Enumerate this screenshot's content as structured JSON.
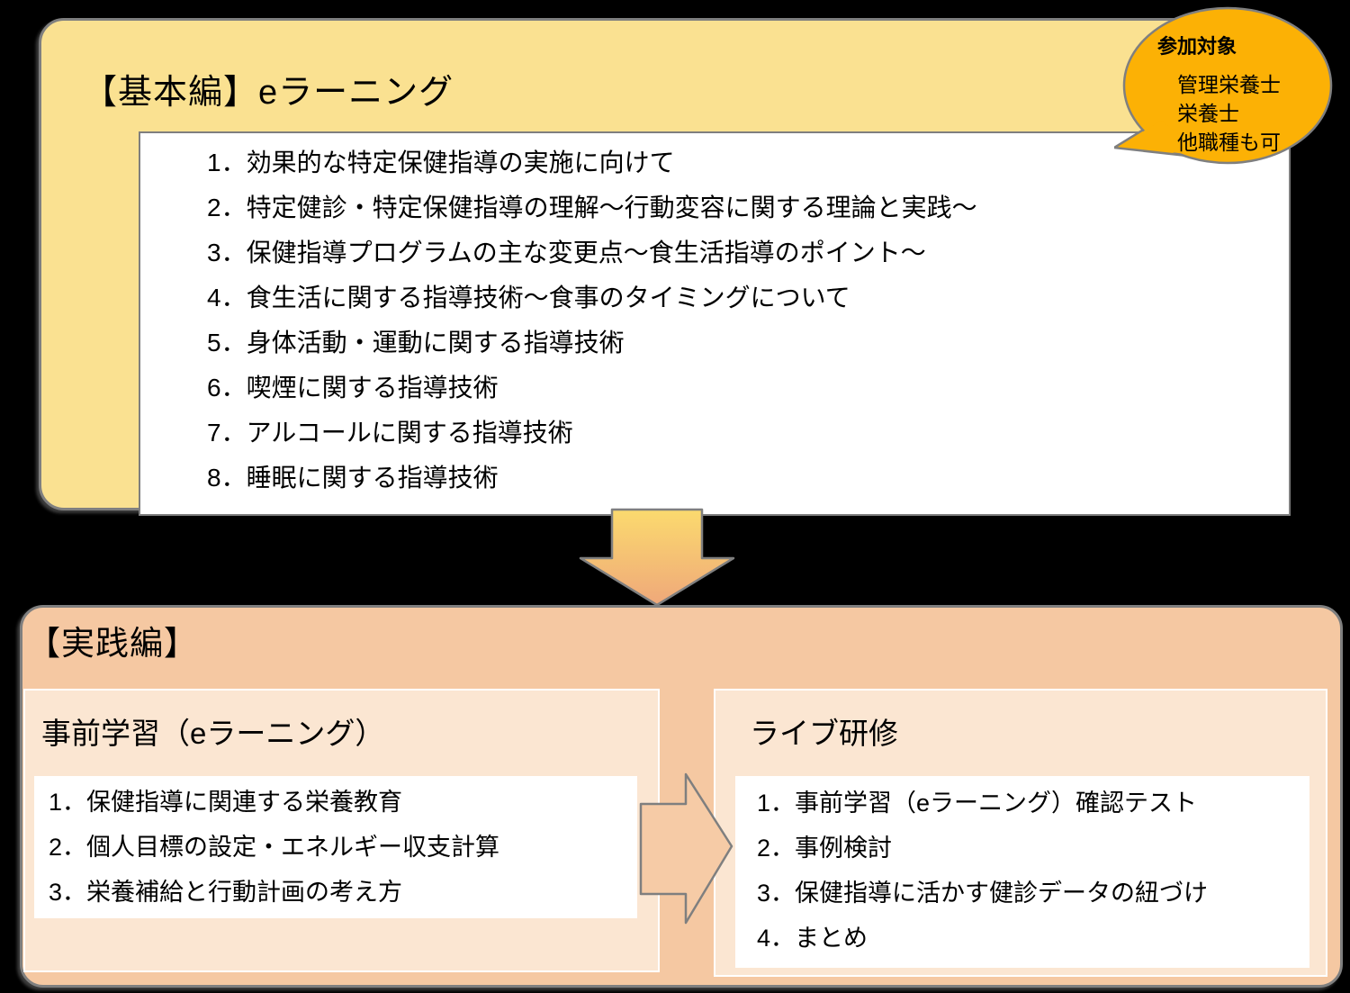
{
  "basic": {
    "title": "【基本編】eラーニング",
    "items": [
      "1．効果的な特定保健指導の実施に向けて",
      "2．特定健診・特定保健指導の理解～行動変容に関する理論と実践～",
      "3．保健指導プログラムの主な変更点～食生活指導のポイント～",
      "4．食生活に関する指導技術～食事のタイミングについて",
      "5．身体活動・運動に関する指導技術",
      "6．喫煙に関する指導技術",
      "7．アルコールに関する指導技術",
      "8．睡眠に関する指導技術"
    ]
  },
  "callout": {
    "title": "参加対象",
    "items": [
      "管理栄養士",
      "栄養士",
      "他職種も可"
    ]
  },
  "practice": {
    "title": "【実践編】",
    "pre_learning": {
      "title": "事前学習（eラーニング）",
      "items": [
        "1．保健指導に関連する栄養教育",
        "2．個人目標の設定・エネルギー収支計算",
        "3．栄養補給と行動計画の考え方"
      ]
    },
    "live_training": {
      "title": "ライブ研修",
      "items": [
        "1．事前学習（eラーニング）確認テスト",
        "2．事例検討",
        "3．保健指導に活かす健診データの紐づけ",
        "4．まとめ"
      ]
    }
  },
  "colors": {
    "background": "#000000",
    "basic_box_fill": "#FAE191",
    "practice_box_fill": "#F5C8A2",
    "subbox_fill": "#FBE6D2",
    "list_box_fill": "#FFFFFF",
    "callout_fill": "#FCB105",
    "down_arrow_gradient_top": "#FBDA6E",
    "down_arrow_gradient_bottom": "#EFA87A",
    "right_arrow_fill": "#F6CBA6",
    "border_gray": "#7F7F7F"
  }
}
